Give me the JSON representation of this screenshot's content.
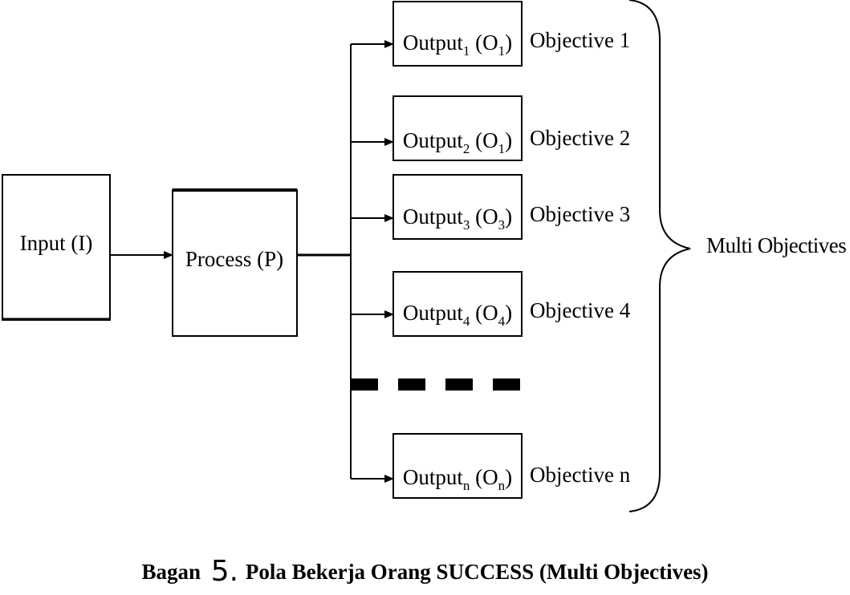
{
  "input": {
    "label": "Input (I)"
  },
  "process": {
    "label": "Process (P)"
  },
  "outputs": [
    {
      "base": "Output",
      "index": "1",
      "paren_open": "(O",
      "paren_sub": "1",
      "paren_close": ")",
      "objective": "Objective 1"
    },
    {
      "base": "Output",
      "index": "2",
      "paren_open": "(O",
      "paren_sub": "1",
      "paren_close": ")",
      "objective": "Objective 2"
    },
    {
      "base": "Output",
      "index": "3",
      "paren_open": "(O",
      "paren_sub": "3",
      "paren_close": ")",
      "objective": "Objective 3"
    },
    {
      "base": "Output",
      "index": "4",
      "paren_open": "(O",
      "paren_sub": "4",
      "paren_close": ")",
      "objective": "Objective 4"
    },
    {
      "base": "Output",
      "index": "n",
      "paren_open": "(O",
      "paren_sub": "n",
      "paren_close": ")",
      "objective": "Objective n"
    }
  ],
  "group_label": "Multi Objectives",
  "caption": {
    "prefix": "Bagan",
    "number": "5.",
    "text": "Pola Bekerja Orang SUCCESS (Multi Objectives)"
  }
}
